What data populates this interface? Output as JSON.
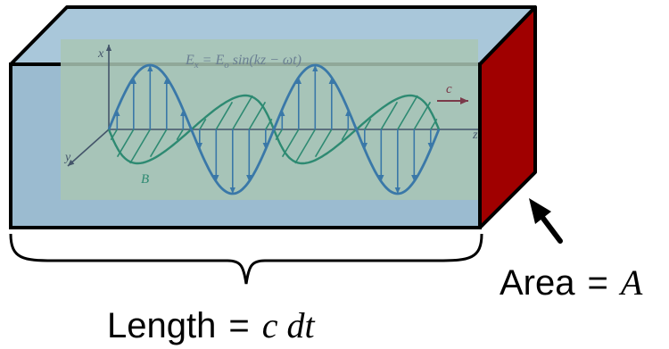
{
  "colors": {
    "box_face": "#9bbbd0",
    "box_top": "#a9c7da",
    "end_face": "#a00000",
    "inner_panel": "#a9c6b4",
    "e_wave": "#3a78a8",
    "b_wave": "#2e8a72",
    "c_arrow": "#7a3a4a",
    "outline": "#000000"
  },
  "wave": {
    "equation_parts": [
      "E",
      "x",
      " = E",
      "o",
      " sin(kz − ωt)"
    ],
    "axis_x": "x",
    "axis_y": "y",
    "axis_z": "z",
    "b_label": "B",
    "c_label": "c"
  },
  "labels": {
    "length_text": "Length",
    "length_eq": "=",
    "length_var": "c dt",
    "area_text": "Area",
    "area_eq": "=",
    "area_var": "A"
  }
}
